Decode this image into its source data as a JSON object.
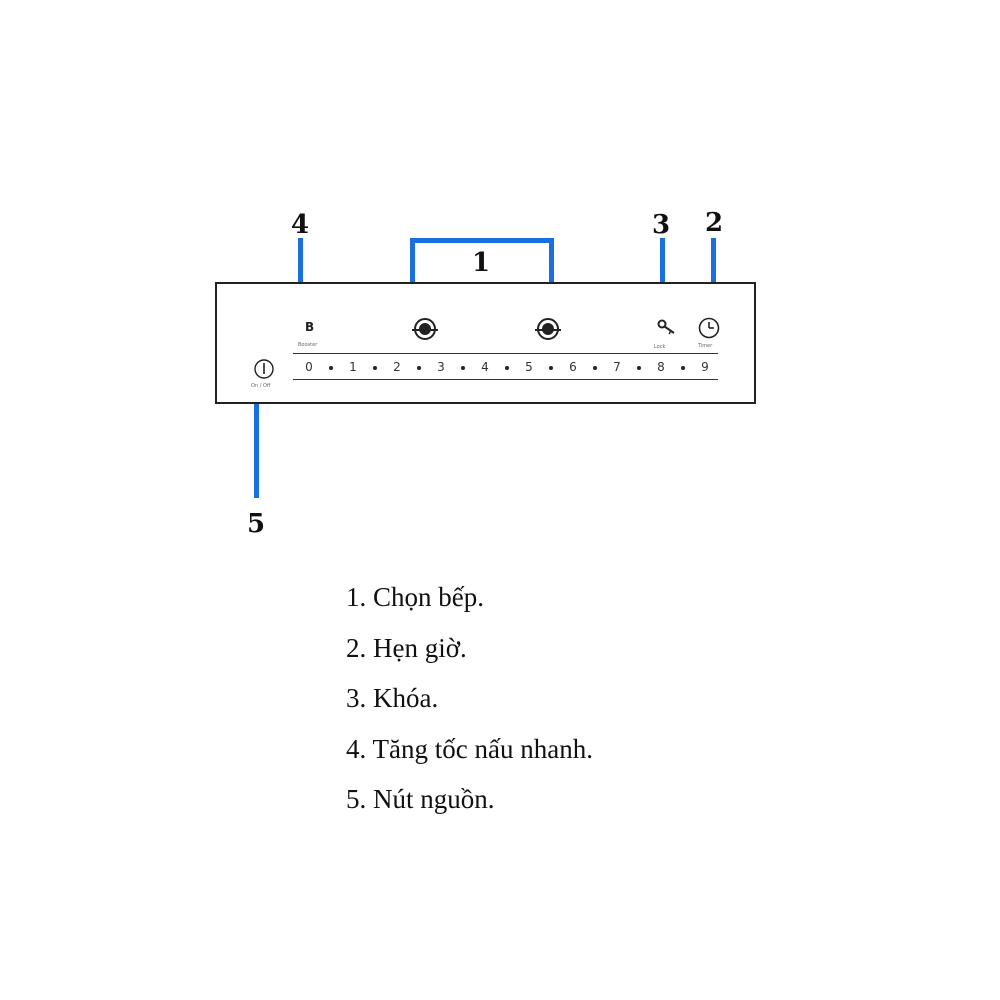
{
  "callouts": {
    "c1": "1",
    "c2": "2",
    "c3": "3",
    "c4": "4",
    "c5": "5"
  },
  "panel": {
    "boost_label": "B",
    "boost_caption": "Booster",
    "lock_caption": "Lock",
    "timer_caption": "Timer",
    "power_caption": "On / Off",
    "scale": [
      "0",
      "1",
      "2",
      "3",
      "4",
      "5",
      "6",
      "7",
      "8",
      "9"
    ]
  },
  "legend": [
    "1. Chọn bếp.",
    "2. Hẹn giờ.",
    "3. Khóa.",
    "4. Tăng tốc nấu nhanh.",
    "5. Nút nguồn."
  ],
  "colors": {
    "leader": "#1a6fe0",
    "outline": "#222222"
  },
  "icons": [
    "power-icon",
    "lock-key-icon",
    "timer-clock-icon",
    "cooking-zone-icon"
  ]
}
